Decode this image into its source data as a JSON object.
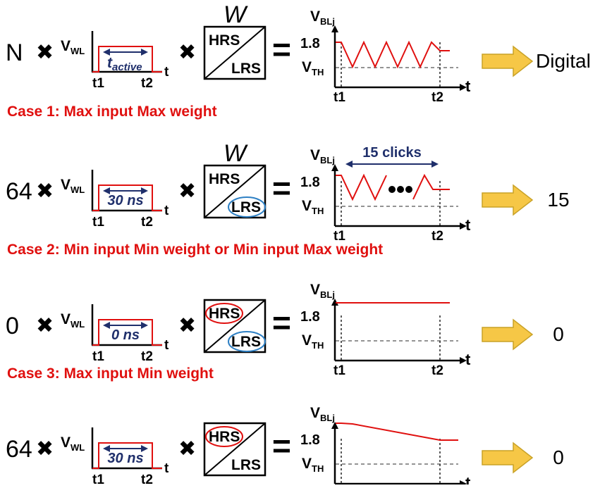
{
  "symbols": {
    "times": "✖",
    "equals": "="
  },
  "colors": {
    "red": "#e0100f",
    "navy": "#1f2f6b",
    "blue_ring": "#2e80c4",
    "arrow_fill": "#f6c746",
    "arrow_stroke": "#c9a227",
    "black": "#000000",
    "dash": "#555555"
  },
  "labels": {
    "vwl_main": "V",
    "vwl_sub": "WL",
    "vbl_main": "V",
    "vbl_sub": "BLj",
    "vth_main": "V",
    "vth_sub": "TH",
    "v18": "1.8",
    "t": "t",
    "t1": "t1",
    "t2": "t2",
    "hrs": "HRS",
    "lrs": "LRS",
    "w": "W"
  },
  "rows": [
    {
      "multiplier": "N",
      "pulse_label_main": "t",
      "pulse_label_sub": "active",
      "show_w": true,
      "hrs_ring": false,
      "lrs_ring": false,
      "waveform": "sawtooth",
      "clicks_label": "",
      "output": "Digital"
    },
    {
      "multiplier": "64",
      "pulse_label_main": "30 ns",
      "pulse_label_sub": "",
      "show_w": true,
      "hrs_ring": false,
      "lrs_ring": true,
      "waveform": "sawtooth-dots",
      "clicks_label": "15 clicks",
      "output": "15"
    },
    {
      "multiplier": "0",
      "pulse_label_main": "0 ns",
      "pulse_label_sub": "",
      "show_w": false,
      "hrs_ring": true,
      "lrs_ring": true,
      "waveform": "flat",
      "clicks_label": "",
      "output": "0"
    },
    {
      "multiplier": "64",
      "pulse_label_main": "30 ns",
      "pulse_label_sub": "",
      "show_w": false,
      "hrs_ring": true,
      "lrs_ring": false,
      "waveform": "decay",
      "clicks_label": "",
      "output": "0"
    }
  ],
  "cases": [
    "Case 1: Max input Max weight",
    "Case 2: Min input Min weight or Min input Max weight",
    "Case 3: Max input Min weight"
  ]
}
